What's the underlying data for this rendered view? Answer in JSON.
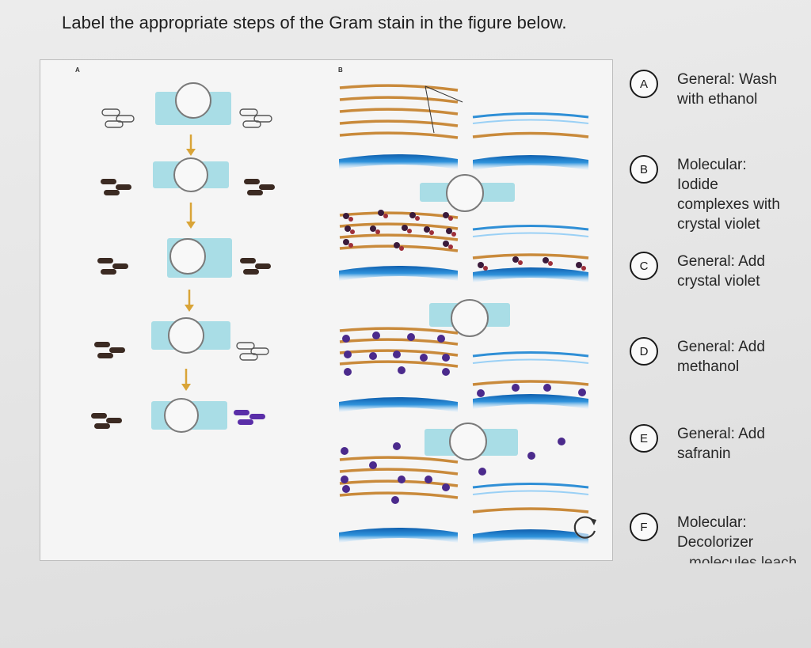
{
  "question": "Label the appropriate steps of the Gram stain in the figure below.",
  "panels": {
    "a": "A",
    "b": "B"
  },
  "options": [
    {
      "letter": "A",
      "lines": [
        "General: Wash",
        "with ethanol"
      ]
    },
    {
      "letter": "B",
      "lines": [
        "Molecular:",
        "Iodide",
        "complexes with",
        "crystal violet"
      ]
    },
    {
      "letter": "C",
      "lines": [
        "General: Add",
        "crystal violet"
      ]
    },
    {
      "letter": "D",
      "lines": [
        "General: Add",
        "methanol"
      ]
    },
    {
      "letter": "E",
      "lines": [
        "General: Add",
        "safranin"
      ]
    },
    {
      "letter": "F",
      "lines": [
        "Molecular:",
        "Decolorizer"
      ]
    }
  ],
  "cut_off_text": "molecules leach",
  "colors": {
    "drop_zone": "#a9dde6",
    "arrow": "#d9a437",
    "cell_dark": "#3b2a22",
    "cell_purple": "#5a2ea8",
    "wall_tan": "#c98a3b",
    "membrane_blue": "#2f8fd6",
    "crystal_violet": "#4b2a8c",
    "iodine_red": "#9e2f3a"
  },
  "icons": {
    "reset": "rotate-arrow-icon"
  }
}
